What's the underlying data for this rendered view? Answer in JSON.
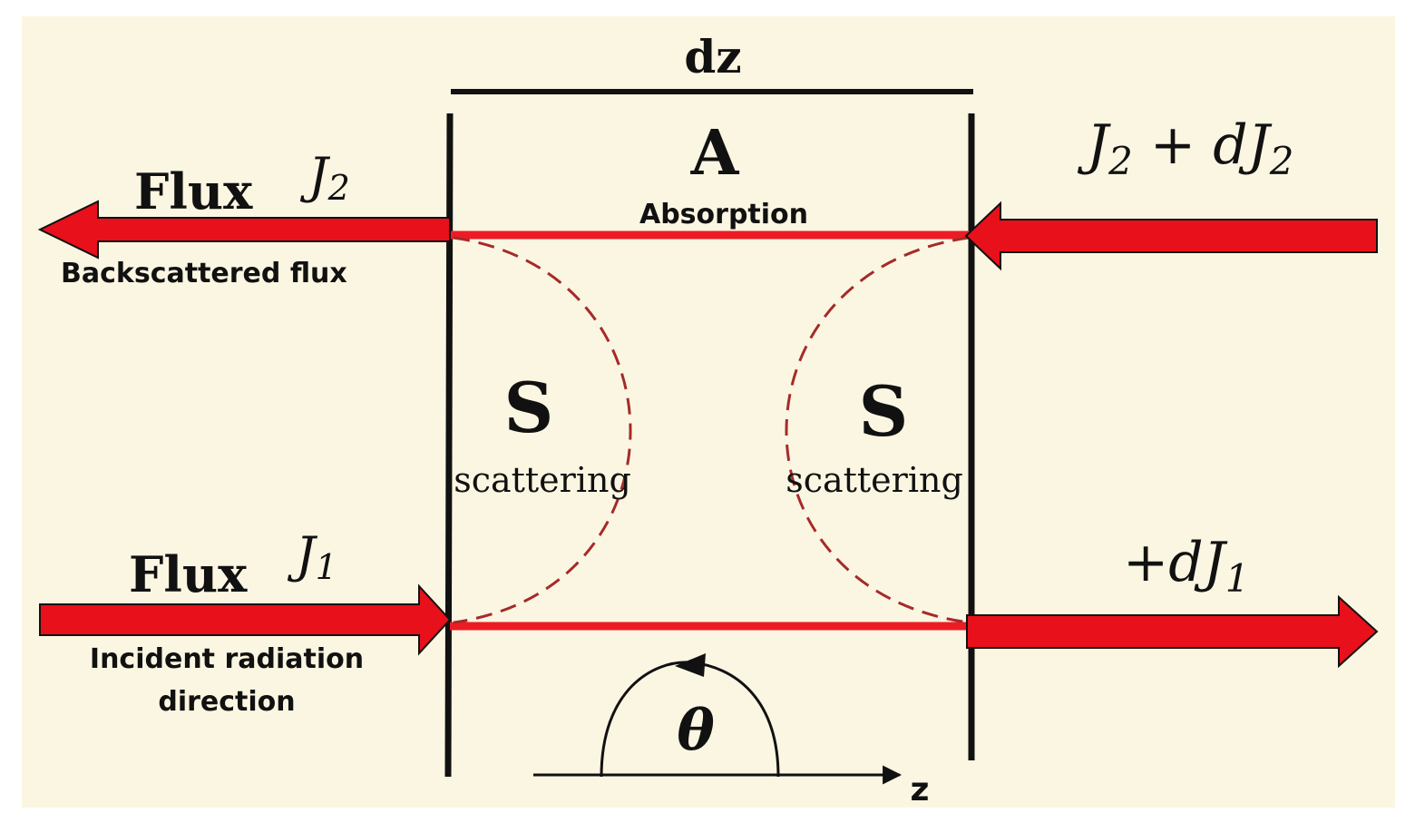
{
  "labels": {
    "dz": "dz",
    "absorption_letter": "A",
    "absorption_text": "Absorption",
    "flux_top": "Flux",
    "j2_base": "J",
    "j2_sub": "2",
    "backscattered": "Backscattered flux",
    "j2dj2_base": "J",
    "j2dj2_sub": "2",
    "j2dj2_plus": " + dJ",
    "j2dj2_sub2": "2",
    "s_left_letter": "S",
    "s_left_text": "scattering",
    "s_right_letter": "S",
    "s_right_text": "scattering",
    "flux_bottom": "Flux",
    "j1_base": "J",
    "j1_sub": "1",
    "incident_line1": "Incident radiation",
    "incident_line2": "direction",
    "plus_dj1": "+dJ",
    "plus_dj1_sub": "1",
    "theta": "θ",
    "z_axis": "z"
  },
  "colors": {
    "background": "#fbf6e2",
    "arrow_fill": "#e8101a",
    "line": "#111111",
    "red_line": "#ec1c24",
    "dashed": "#a52a2a"
  }
}
